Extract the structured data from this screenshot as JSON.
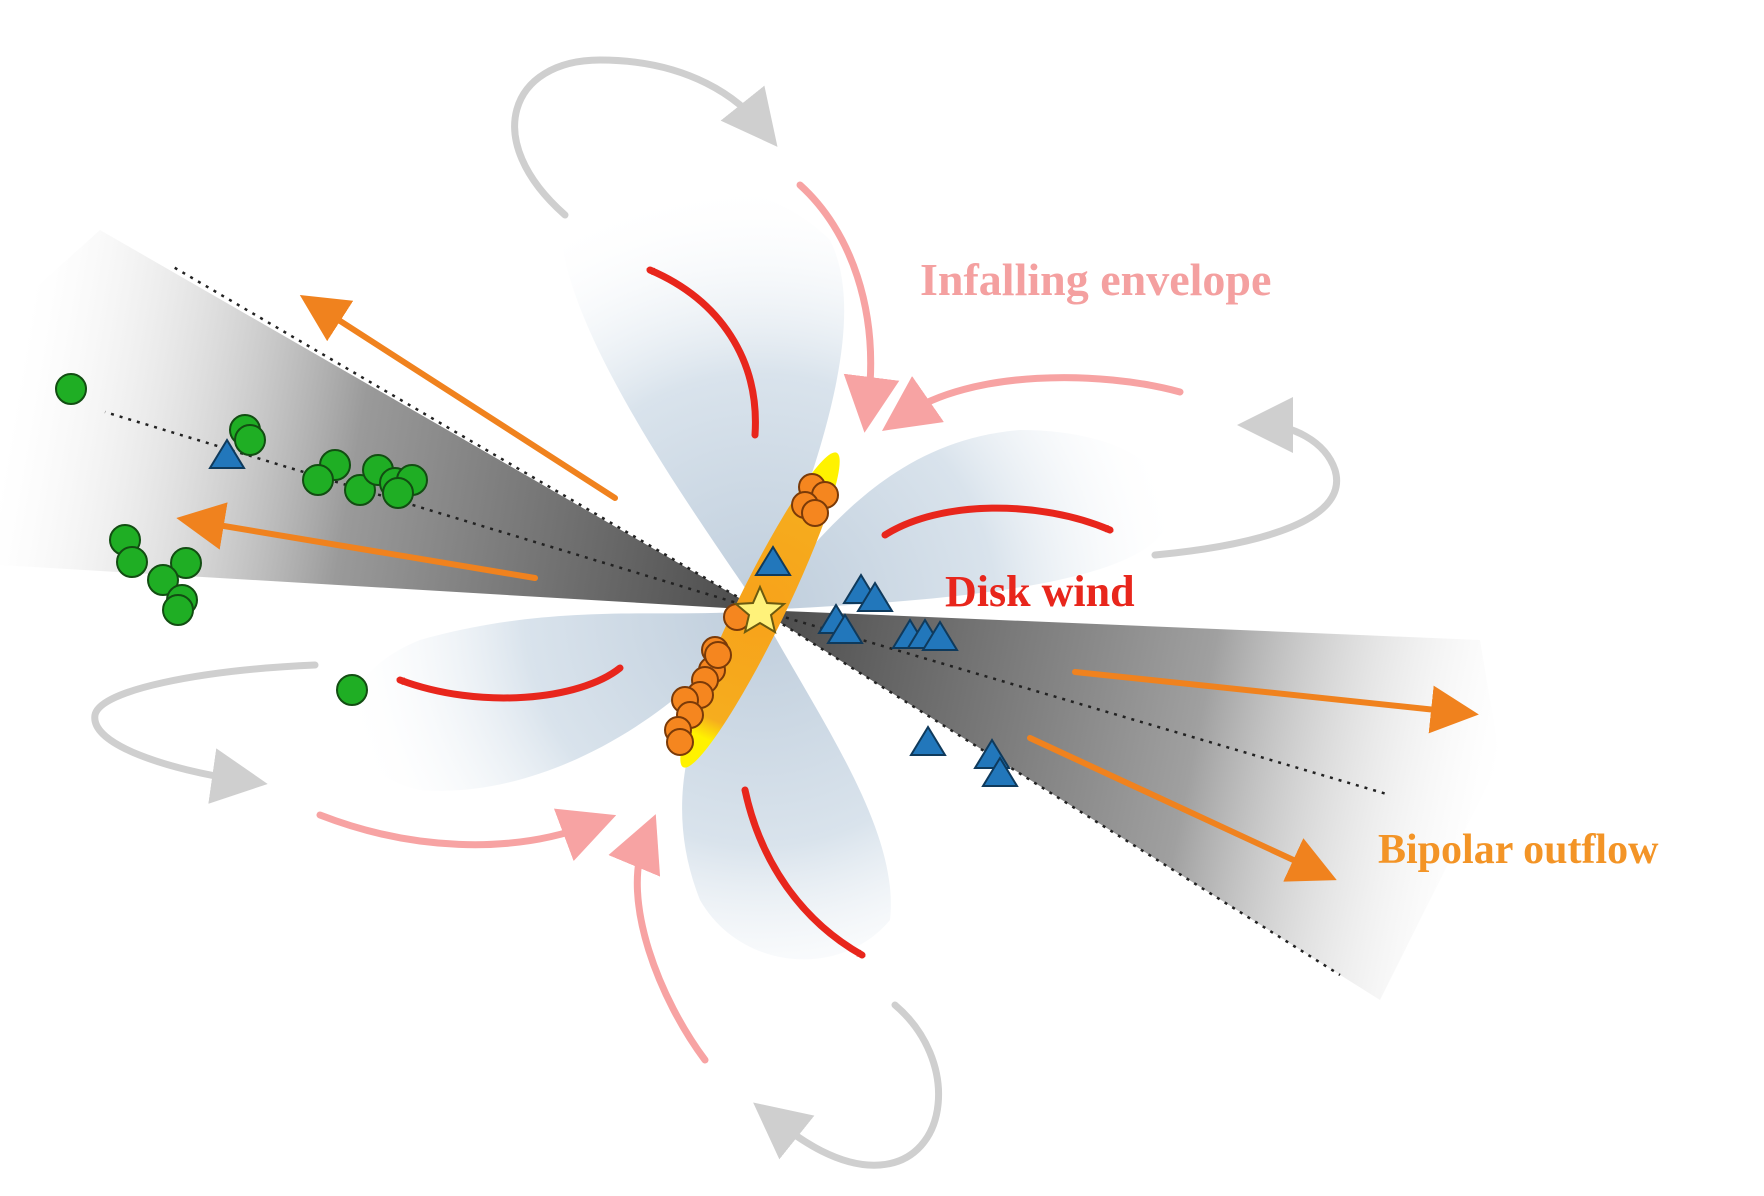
{
  "labels": {
    "infalling_envelope": "Infalling envelope",
    "disk_wind": "Disk wind",
    "bipolar_outflow": "Bipolar outflow"
  },
  "colors": {
    "infalling_envelope_text": "#f4a0a0",
    "infall_arrow": "#f7a3a3",
    "disk_wind_text": "#e8261c",
    "disk_wind_arrow": "#e8261c",
    "bipolar_outflow_text": "#f39426",
    "outflow_arrow": "#f0821e",
    "circulation_arrow": "#cfcfcf",
    "envelope_fill": "#d3dfea",
    "outflow_cone": "#8a8a8a",
    "disk": "#f6a21b",
    "disk_edge": "#fff200",
    "star": "#fff27a",
    "green_markers": "#1fae24",
    "blue_markers": "#2277bb",
    "orange_markers": "#f5861f"
  },
  "icons": {
    "central_star": "star-icon",
    "green_marker": "circle-icon",
    "blue_marker": "triangle-icon",
    "orange_marker": "circle-icon"
  }
}
